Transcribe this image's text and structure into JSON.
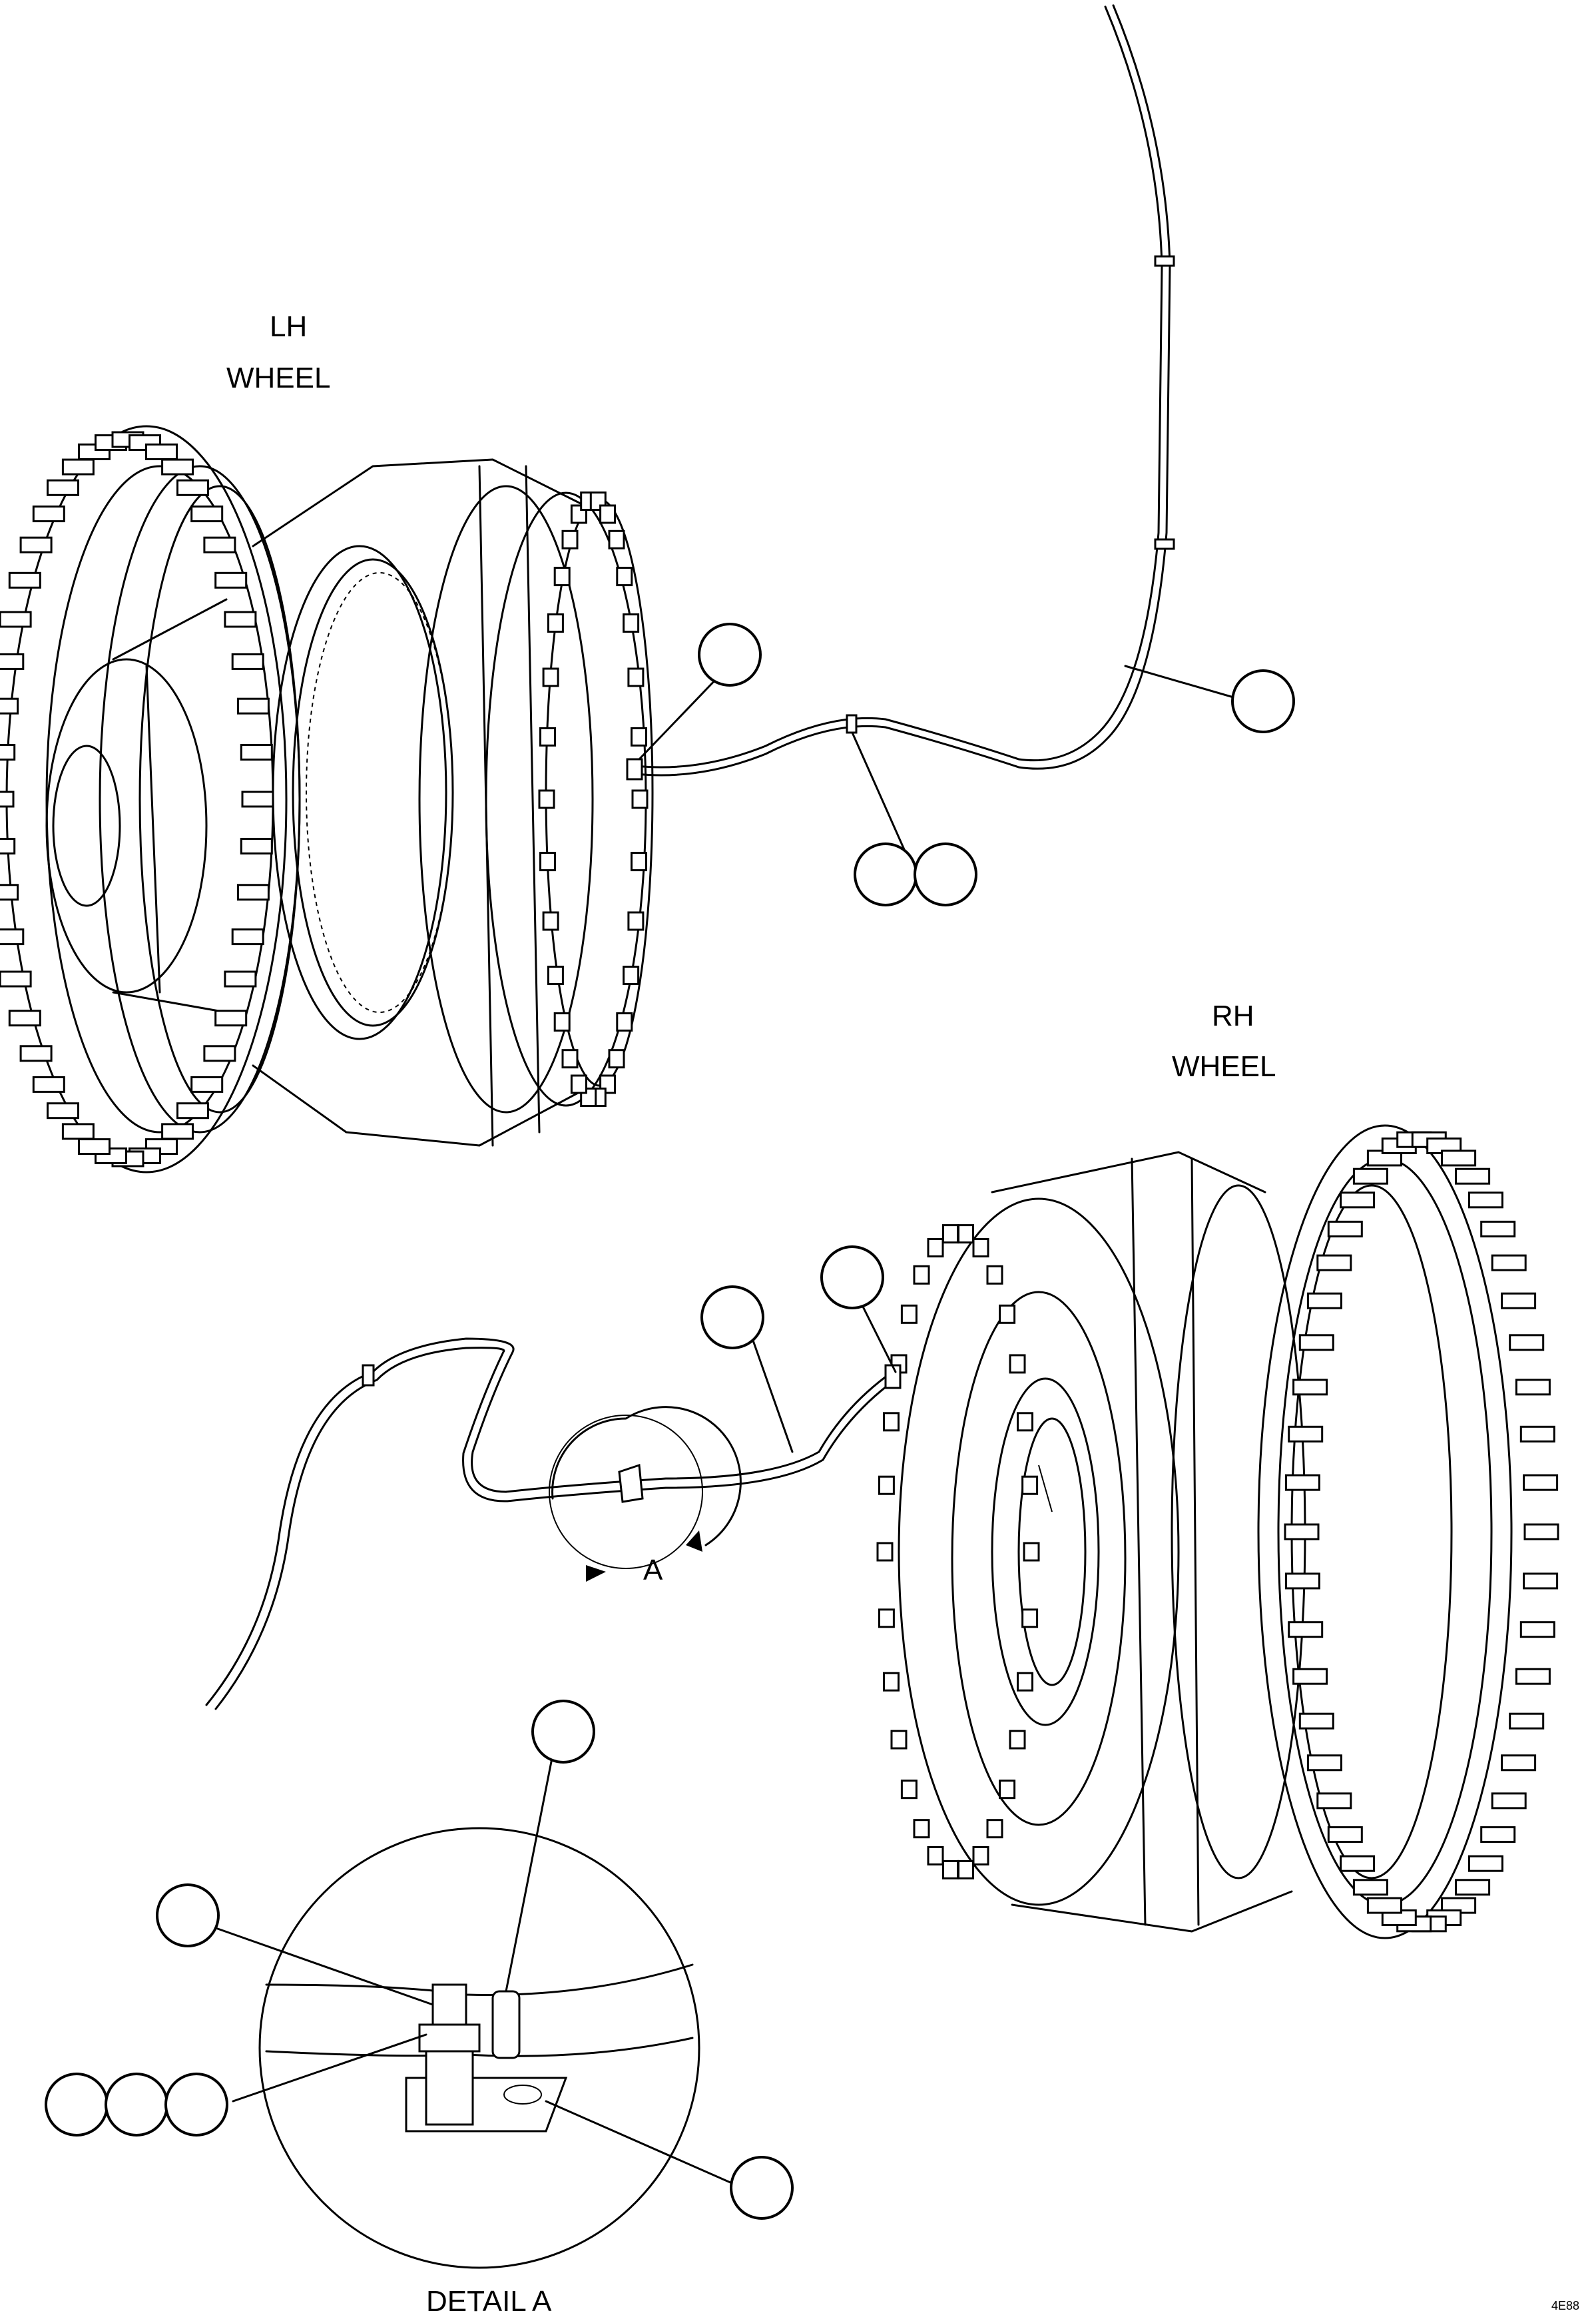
{
  "labels": {
    "lh_line1": "LH",
    "lh_line2": "WHEEL",
    "rh_line1": "RH",
    "rh_line2": "WHEEL",
    "view_marker": "A",
    "detail_title": "DETAIL A",
    "sheet_id": "4E88"
  },
  "callouts": [
    {
      "id": "callout-hose-top",
      "text": ""
    },
    {
      "id": "callout-fitting-lh",
      "text": ""
    },
    {
      "id": "callout-clamp-lh-1",
      "text": ""
    },
    {
      "id": "callout-clamp-lh-2",
      "text": ""
    },
    {
      "id": "callout-fitting-rh",
      "text": ""
    },
    {
      "id": "callout-hose-rh",
      "text": ""
    },
    {
      "id": "callout-detail-clamp",
      "text": ""
    },
    {
      "id": "callout-detail-bolt",
      "text": ""
    },
    {
      "id": "callout-detail-nut-1",
      "text": ""
    },
    {
      "id": "callout-detail-nut-2",
      "text": ""
    },
    {
      "id": "callout-detail-nut-3",
      "text": ""
    },
    {
      "id": "callout-detail-bracket",
      "text": ""
    }
  ]
}
